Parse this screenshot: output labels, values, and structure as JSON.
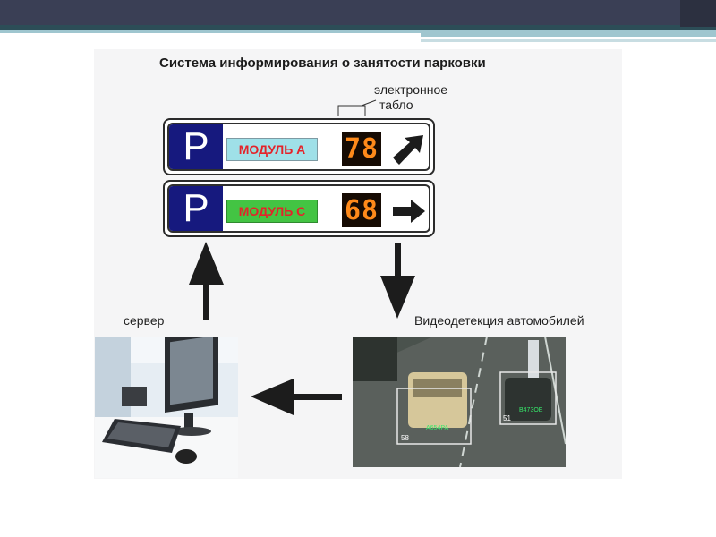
{
  "title": "Система информирования о занятости парковки",
  "callout": {
    "line1": "электронное",
    "line2": "табло"
  },
  "signs": [
    {
      "p": "P",
      "module": "МОДУЛЬ А",
      "count": "78",
      "arrow_direction": "up-right",
      "module_color": "#9fe0e8"
    },
    {
      "p": "P",
      "module": "МОДУЛЬ С",
      "count": "68",
      "arrow_direction": "right",
      "module_color": "#43c443"
    }
  ],
  "labels": {
    "server": "сервер",
    "video": "Видеодетекция автомобилей"
  },
  "detections": [
    {
      "id": "58",
      "plate": "A654PA"
    },
    {
      "id": "51",
      "plate": "B473OE"
    }
  ],
  "colors": {
    "sign_blue": "#16197e",
    "module_text": "#e4232a",
    "led_text": "#ff8a1a",
    "header": "#3a3f55"
  }
}
